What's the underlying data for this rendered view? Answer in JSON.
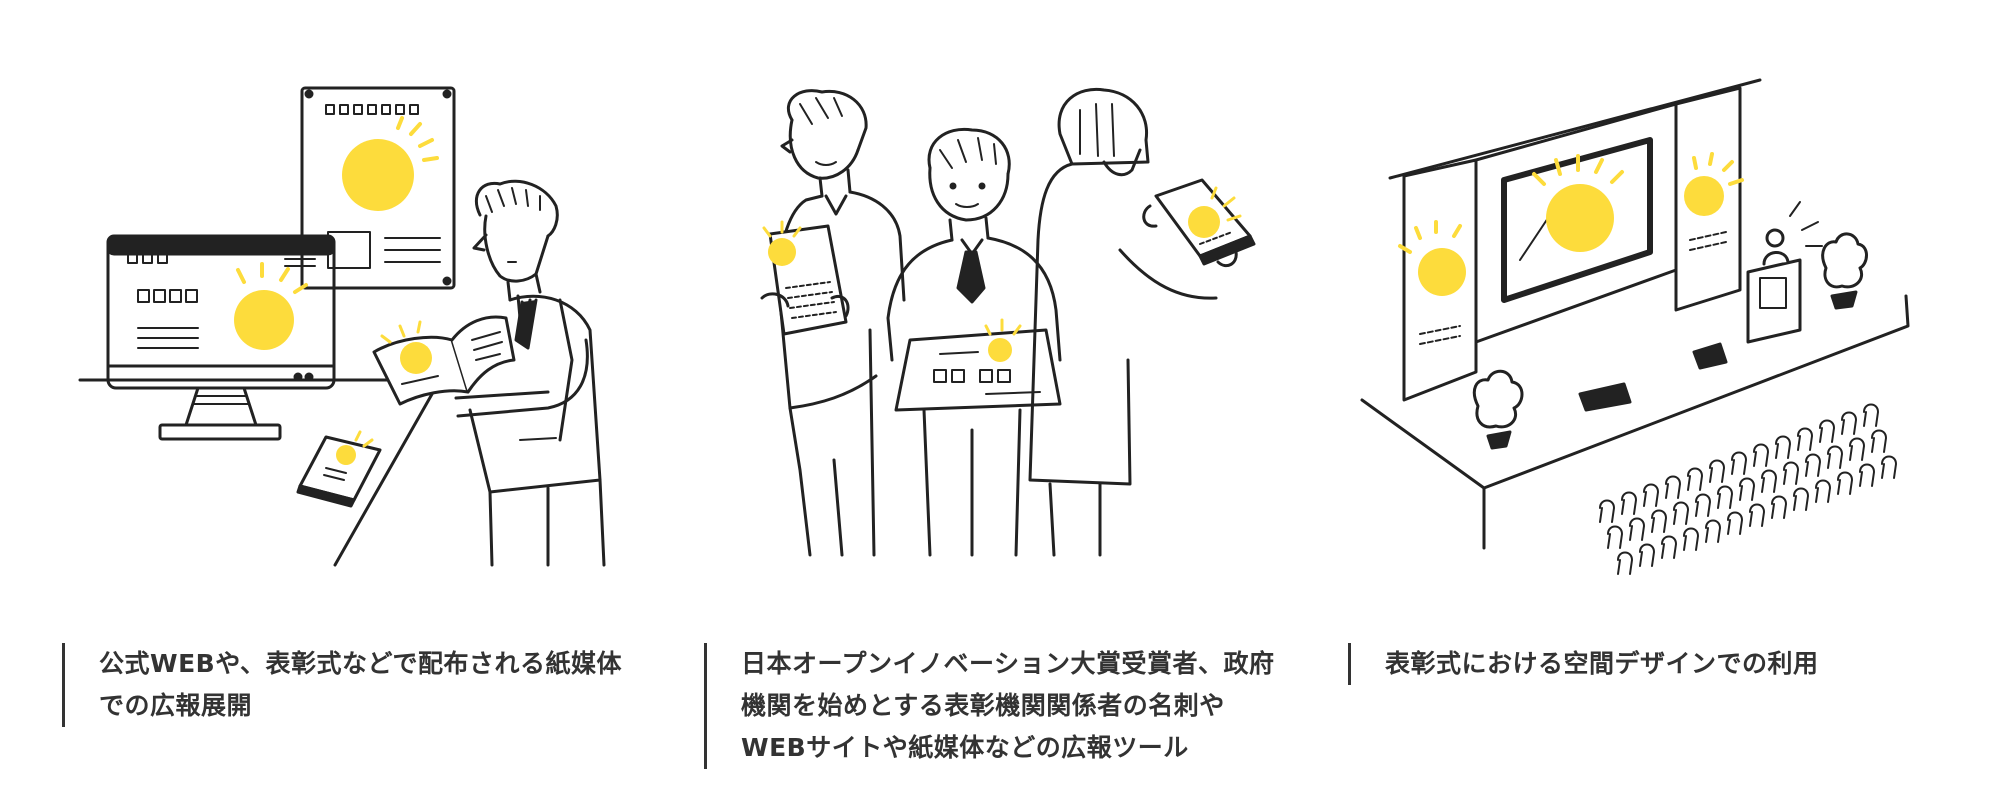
{
  "colors": {
    "ink": "#222222",
    "accent": "#FDDC3C",
    "text": "#333333"
  },
  "icons": [
    "desktop-monitor-icon",
    "poster-icon",
    "smartphone-icon",
    "brochure-icon",
    "tablet-icon",
    "stage-screen-icon",
    "podium-icon",
    "audience-seat-icon"
  ],
  "captions": [
    {
      "lines": [
        "公式WEBや、表彰式などで配布される紙媒体",
        "での広報展開"
      ]
    },
    {
      "lines": [
        "日本オープンイノベーション大賞受賞者、政府",
        "機関を始めとする表彰機関関係者の名刺や",
        "WEBサイトや紙媒体などの広報ツール"
      ]
    },
    {
      "lines": [
        "表彰式における空間デザインでの利用"
      ]
    }
  ]
}
